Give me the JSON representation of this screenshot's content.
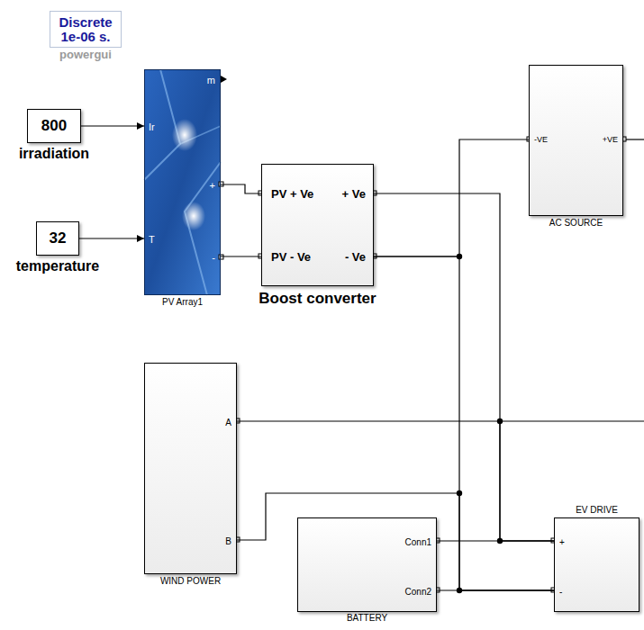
{
  "diagram": {
    "nodes": [
      {
        "text": [
          "Discrete 1e-06 s.",
          "powergui"
        ]
      },
      {
        "text": [
          "800",
          "irradiation"
        ]
      },
      {
        "text": [
          "32",
          "temperature"
        ]
      },
      {
        "text": [
          "Ir",
          "T",
          "m",
          "+",
          "-",
          "PV Array1"
        ]
      },
      {
        "text": [
          "PV + Ve",
          "PV - Ve",
          "+ Ve",
          "- Ve",
          "Boost converter"
        ]
      },
      {
        "text": [
          "-VE",
          "+VE",
          "AC SOURCE"
        ]
      },
      {
        "text": [
          "A",
          "B",
          "WIND POWER"
        ]
      },
      {
        "text": [
          "Conn1",
          "Conn2",
          "BATTERY"
        ]
      },
      {
        "text": [
          "EV DRIVE",
          "+",
          "-"
        ]
      }
    ],
    "edges": [
      {
        "from": 1,
        "to": 3,
        "arrow": "to"
      },
      {
        "from": 2,
        "to": 3,
        "arrow": "to"
      },
      {
        "from": 3,
        "to": 4,
        "arrow": "none"
      },
      {
        "from": 3,
        "to": 4,
        "arrow": "none"
      },
      {
        "from": 4,
        "to": 8,
        "arrow": "none"
      },
      {
        "from": 6,
        "to": 8,
        "arrow": "none"
      },
      {
        "from": 7,
        "to": 8,
        "arrow": "none"
      },
      {
        "from": 4,
        "to": 5,
        "arrow": "none"
      },
      {
        "from": 4,
        "to": 8,
        "arrow": "none"
      },
      {
        "from": 6,
        "to": 8,
        "arrow": "none"
      },
      {
        "from": 7,
        "to": 8,
        "arrow": "none"
      }
    ]
  }
}
